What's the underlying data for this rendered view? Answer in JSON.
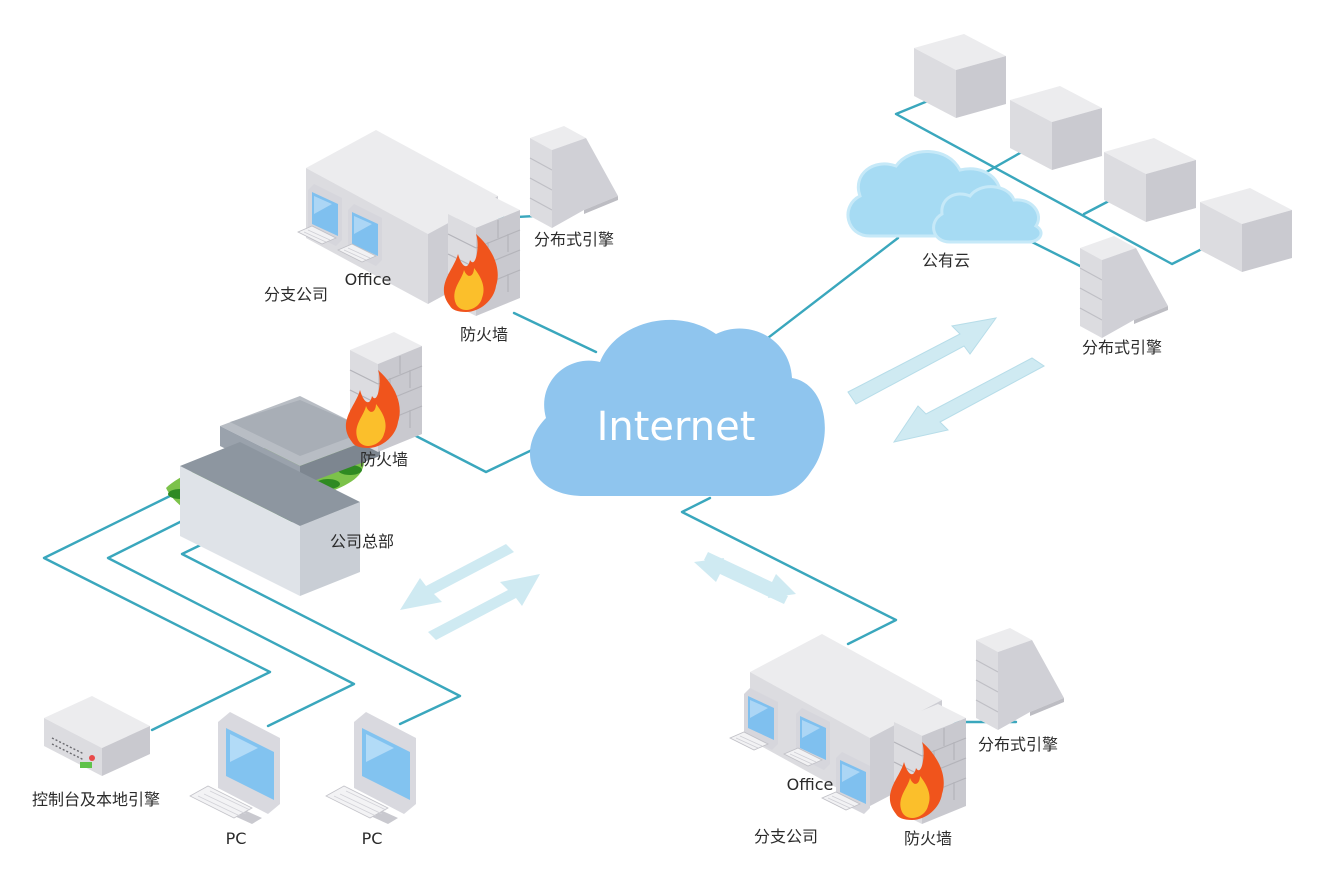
{
  "diagram": {
    "internet_label": "Internet",
    "branch_top": {
      "office_label": "Office",
      "site_label": "分支公司",
      "firewall_label": "防火墙",
      "engine_label": "分布式引擎"
    },
    "cloud": {
      "cloud_label": "公有云",
      "engine_label": "分布式引擎"
    },
    "hq": {
      "firewall_label": "防火墙",
      "site_label": "公司总部"
    },
    "endpoints": {
      "console_label": "控制台及本地引擎",
      "pc1_label": "PC",
      "pc2_label": "PC"
    },
    "branch_bottom": {
      "office_label": "Office",
      "site_label": "分支公司",
      "firewall_label": "防火墙",
      "engine_label": "分布式引擎"
    },
    "colors": {
      "link": "#3aa7bd",
      "internet_cloud": "#8fc5ee",
      "public_cloud": "#a6dbf3",
      "arrow": "#cfeaf2"
    }
  }
}
